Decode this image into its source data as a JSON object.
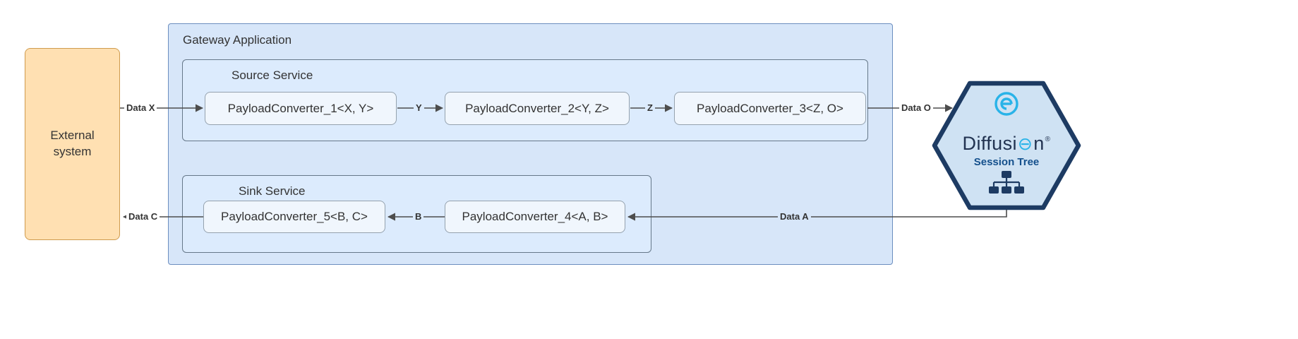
{
  "external_system": {
    "label": "External system"
  },
  "gateway": {
    "label": "Gateway Application",
    "source_service": {
      "label": "Source Service",
      "converters": [
        {
          "label": "PayloadConverter_1<X, Y>"
        },
        {
          "label": "PayloadConverter_2<Y, Z>"
        },
        {
          "label": "PayloadConverter_3<Z, O>"
        }
      ]
    },
    "sink_service": {
      "label": "Sink Service",
      "converters": [
        {
          "label": "PayloadConverter_5<B, C>"
        },
        {
          "label": "PayloadConverter_4<A, B>"
        }
      ]
    }
  },
  "diffusion": {
    "wordmark_prefix": "Diffusi",
    "logo_o_glyph": "⊖",
    "wordmark_suffix": "n",
    "registered_mark": "®",
    "subtitle": "Session Tree"
  },
  "arrows": {
    "data_x": "Data X",
    "y": "Y",
    "z": "Z",
    "data_o": "Data O",
    "data_a": "Data A",
    "b": "B",
    "data_c": "Data C"
  },
  "colors": {
    "external_fill": "#ffe0b2",
    "external_stroke": "#cf9b4e",
    "gateway_fill": "#d7e6f9",
    "gateway_stroke": "#6c8ebf",
    "service_fill": "#dcebfd",
    "service_stroke": "#66788a",
    "converter_fill": "#f0f6fd",
    "converter_stroke": "#95a2ae",
    "hexagon_fill": "#cfe2f3",
    "hexagon_stroke": "#1d3b63",
    "brand_teal": "#29b3e8",
    "session_tree_blue": "#14508c",
    "wire": "#4d4d4d",
    "text": "#333333"
  }
}
